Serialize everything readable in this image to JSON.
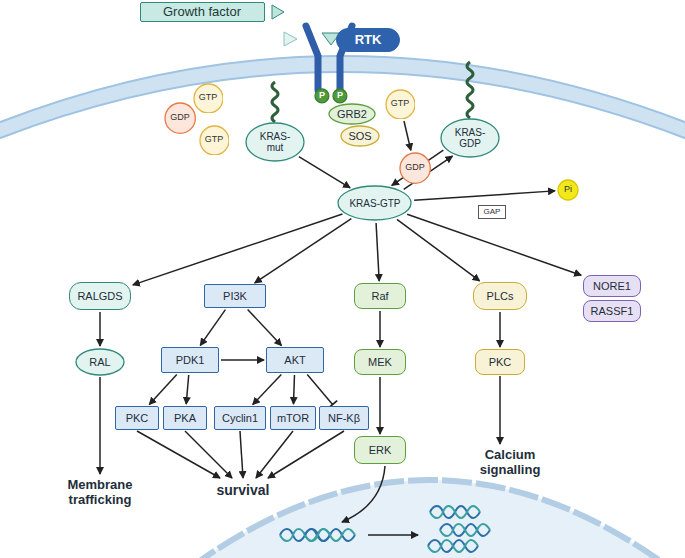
{
  "diagram": {
    "nodes": [
      {
        "text": [
          "Growth factor"
        ]
      },
      {
        "text": [
          "RTK"
        ]
      },
      {
        "text": [
          "GDP"
        ]
      },
      {
        "text": [
          "GTP"
        ]
      },
      {
        "text": [
          "GTP"
        ]
      },
      {
        "text": [
          "KRAS- mut"
        ]
      },
      {
        "text": [
          "P"
        ]
      },
      {
        "text": [
          "P"
        ]
      },
      {
        "text": [
          "GRB2"
        ]
      },
      {
        "text": [
          "SOS"
        ]
      },
      {
        "text": [
          "GTP"
        ]
      },
      {
        "text": [
          "KRAS- GDP"
        ]
      },
      {
        "text": [
          "GDP"
        ]
      },
      {
        "text": [
          "Pi"
        ]
      },
      {
        "text": [
          "GAP"
        ]
      },
      {
        "text": [
          "KRAS-GTP"
        ]
      },
      {
        "text": [
          "RALGDS"
        ]
      },
      {
        "text": [
          "PI3K"
        ]
      },
      {
        "text": [
          "Raf"
        ]
      },
      {
        "text": [
          "PLCs"
        ]
      },
      {
        "text": [
          "NORE1"
        ]
      },
      {
        "text": [
          "RASSF1"
        ]
      },
      {
        "text": [
          "RAL"
        ]
      },
      {
        "text": [
          "PDK1"
        ]
      },
      {
        "text": [
          "AKT"
        ]
      },
      {
        "text": [
          "MEK"
        ]
      },
      {
        "text": [
          "PKC"
        ]
      },
      {
        "text": [
          "PKC"
        ]
      },
      {
        "text": [
          "PKA"
        ]
      },
      {
        "text": [
          "Cyclin1"
        ]
      },
      {
        "text": [
          "mTOR"
        ]
      },
      {
        "text": [
          "NF-Kβ"
        ]
      },
      {
        "text": [
          "ERK"
        ]
      }
    ],
    "edges": [
      {
        "from": 5,
        "to": 15,
        "arrow": "to"
      },
      {
        "from": 10,
        "to": 12,
        "arrow": "to"
      },
      {
        "from": 11,
        "to": 15,
        "arrow": "to"
      },
      {
        "from": 15,
        "to": 11,
        "arrow": "to"
      },
      {
        "from": 15,
        "to": 13,
        "arrow": "to"
      },
      {
        "from": 15,
        "to": 16,
        "arrow": "to"
      },
      {
        "from": 15,
        "to": 17,
        "arrow": "to"
      },
      {
        "from": 15,
        "to": 18,
        "arrow": "to"
      },
      {
        "from": 15,
        "to": 19,
        "arrow": "to"
      },
      {
        "from": 15,
        "to": 20,
        "arrow": "to"
      },
      {
        "from": 16,
        "to": 22,
        "arrow": "to"
      },
      {
        "from": 17,
        "to": 23,
        "arrow": "to"
      },
      {
        "from": 17,
        "to": 24,
        "arrow": "to"
      },
      {
        "from": 23,
        "to": 24,
        "arrow": "to"
      },
      {
        "from": 18,
        "to": 25,
        "arrow": "to"
      },
      {
        "from": 25,
        "to": 32,
        "arrow": "to"
      },
      {
        "from": 19,
        "to": 26,
        "arrow": "to"
      },
      {
        "from": 23,
        "to": 27,
        "arrow": "to"
      },
      {
        "from": 23,
        "to": 28,
        "arrow": "to"
      },
      {
        "from": 24,
        "to": 29,
        "arrow": "to"
      },
      {
        "from": 24,
        "to": 30,
        "arrow": "to"
      },
      {
        "from": 24,
        "to": 31,
        "arrow": "to"
      }
    ],
    "labels": [
      "Membrane trafficking",
      "survival",
      "Calcium signalling"
    ]
  }
}
